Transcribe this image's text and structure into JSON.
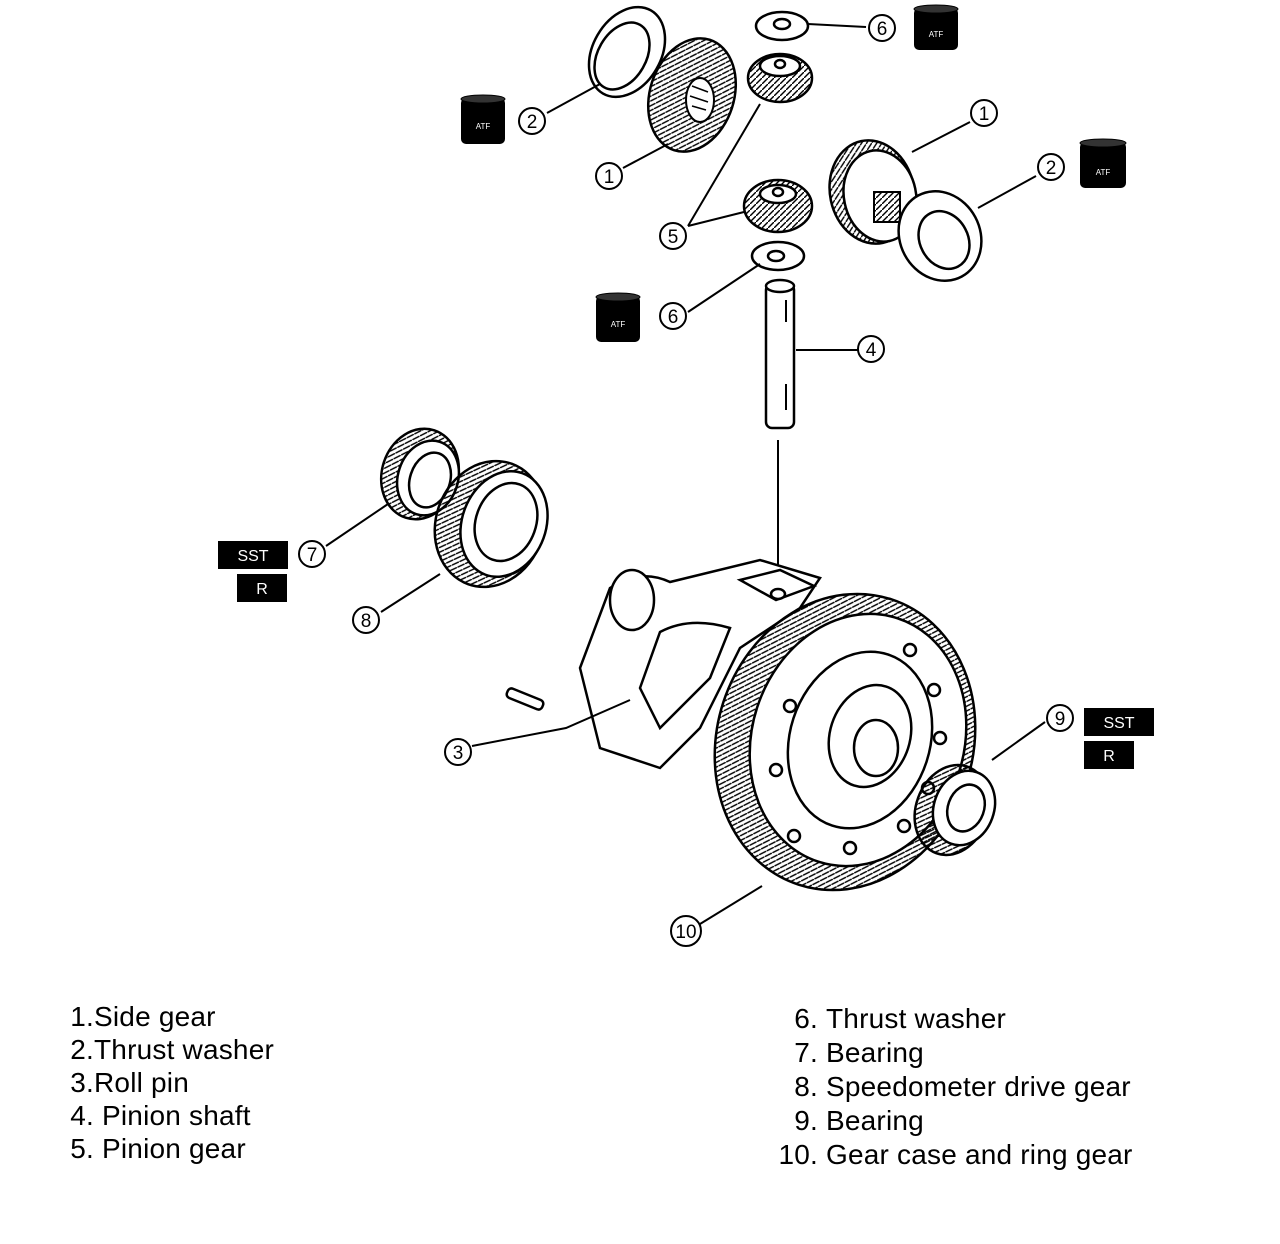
{
  "callouts": {
    "c1": "1",
    "c2": "2",
    "c3": "3",
    "c4": "4",
    "c5": "5",
    "c6": "6",
    "c7": "7",
    "c8": "8",
    "c9": "9",
    "c10": "10"
  },
  "badges": {
    "sst": "SST",
    "r": "R",
    "atf": "ATF"
  },
  "legend_left": [
    {
      "num": "1.",
      "label": "Side gear"
    },
    {
      "num": "2.",
      "label": "Thrust washer"
    },
    {
      "num": "3.",
      "label": "Roll pin"
    },
    {
      "num": "4.",
      "label": "Pinion shaft"
    },
    {
      "num": "5.",
      "label": "Pinion gear"
    }
  ],
  "legend_right": [
    {
      "num": "6.",
      "label": "Thrust washer"
    },
    {
      "num": "7.",
      "label": "Bearing"
    },
    {
      "num": "8.",
      "label": "Speedometer drive gear"
    },
    {
      "num": "9.",
      "label": "Bearing"
    },
    {
      "num": "10.",
      "label": "Gear case and ring gear"
    }
  ],
  "colors": {
    "ink": "#000000",
    "paper": "#ffffff"
  }
}
